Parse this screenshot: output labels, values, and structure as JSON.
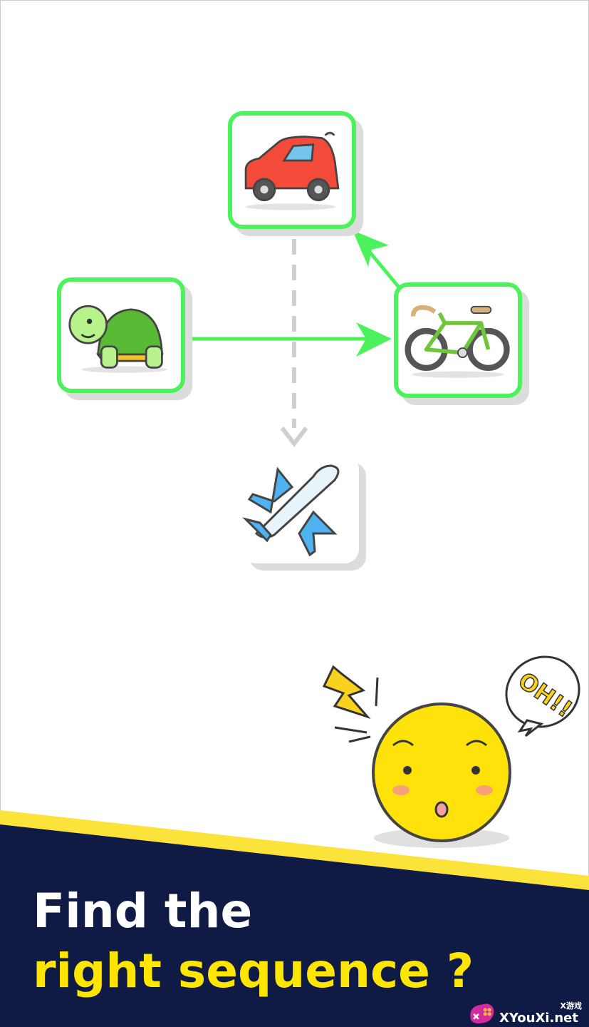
{
  "cards": [
    {
      "name": "car",
      "selected": true
    },
    {
      "name": "turtle",
      "selected": true
    },
    {
      "name": "bicycle",
      "selected": true
    },
    {
      "name": "airplane",
      "selected": false
    }
  ],
  "bubble": {
    "text": "OH!!"
  },
  "headline": {
    "line1": "Find the",
    "line2": "right sequence ?"
  },
  "watermark": {
    "cn": "X游戏",
    "en": "XYouXi.net"
  },
  "colors": {
    "selected": "#4cf25c",
    "banner": "#0f1a45",
    "stripe": "#fbe33a",
    "emoji": "#ffe20a",
    "text_yellow": "#ffe600"
  }
}
